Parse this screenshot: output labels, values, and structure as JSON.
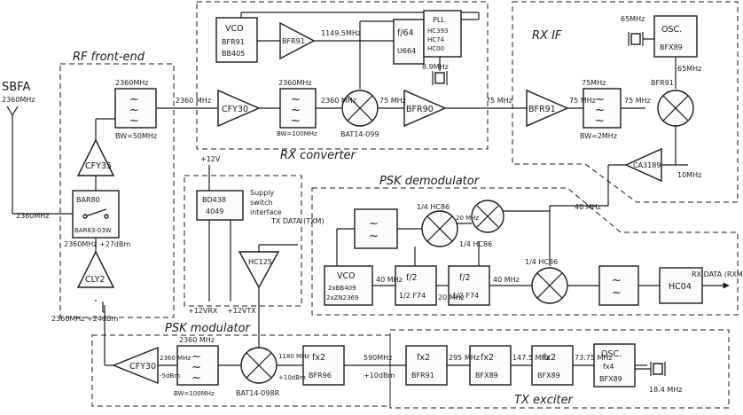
{
  "sections": {
    "rf_front_end": "RF front-end",
    "rx_converter": "RX converter",
    "rx_if": "RX IF",
    "psk_demodulator": "PSK demodulator",
    "psk_modulator": "PSK modulator",
    "tx_exciter": "TX exciter"
  },
  "antenna": {
    "label": "SBFA",
    "freq": "2360MHz"
  },
  "blocks": {
    "vco_rx": [
      "VCO",
      "BFR91",
      "BB405"
    ],
    "bfr91_rx": "BFR91",
    "div64": [
      "f/64",
      "U664"
    ],
    "pll": [
      "PLL",
      "HC393",
      "HC74",
      "HC00"
    ],
    "osc_if": [
      "OSC.",
      "BFX89"
    ],
    "amp_bfr90": "BFR90",
    "amp_cfy30_rx": "CFY30",
    "amp_cfy35": "CFY35",
    "amp_bfr91_if": "BFR91",
    "amp_ca3189": "CA3189",
    "amp_cly2": "CLY2",
    "switch": [
      "BAR80",
      "BAR63-03W"
    ],
    "supply_switch": [
      "BD438",
      "4049"
    ],
    "supply_switch_note": [
      "Supply",
      "switch",
      "interface"
    ],
    "hc125": "HC125",
    "vco_psk": [
      "VCO",
      "2xBB409",
      "2xZN2369"
    ],
    "div2_a": [
      "f/2",
      "1/2 F74"
    ],
    "div2_b": [
      "f/2",
      "1/2 F74"
    ],
    "hc04": "HC04",
    "fx2_mod": [
      "fx2",
      "BFR96"
    ],
    "amp_cfy30_tx": "CFY30",
    "tx_x2_1": [
      "fx2",
      "BFR91"
    ],
    "tx_x2_2": [
      "fx2",
      "BFX89"
    ],
    "tx_x2_3": [
      "fx2",
      "BFX89"
    ],
    "osc_tx": [
      "OSC.",
      "fx4",
      "BFX89"
    ]
  },
  "labels": {
    "lbl_2360_bpf1": "2360MHz",
    "lbl_bw50": "BW=50MHz",
    "lbl_2360_mhz_a": "2360 MHz",
    "lbl_2360_bpf2": "2360MHz",
    "lbl_bw100_rx": "BW=100MHz",
    "lbl_2360_mix_in": "2360 MHz",
    "lbl_75_mix_out": "75 MHz",
    "lbl_1149": "1149.5MHz",
    "lbl_89": "8.9MHz",
    "lbl_bat_rx": "BAT14-099",
    "lbl_75_link": "75 MHz",
    "lbl_75_if_a": "75 MHz",
    "lbl_75_if_bpf": "75MHz",
    "lbl_bw2": "BW=2MHz",
    "lbl_75_if_mix": "75 MHz",
    "lbl_65_osc": "65MHz",
    "lbl_65_mix": "65MHz",
    "lbl_bfr91_if2": "BFR91",
    "lbl_10_out": "10MHz",
    "lbl_12v": "+12V",
    "lbl_tx_data_in": "TX DATA (TXM)",
    "lbl_12vrx": "+12VRX",
    "lbl_12vtx": "+12VTX",
    "lbl_2360_sw": "2360MHz",
    "lbl_2360_tx": "2360MHz +27dBm",
    "lbl_2360_cly": "2360MHz +24dBm",
    "lbl_hc86_a": "1/4 HC86",
    "lbl_hc86_b": "1/4 HC86",
    "lbl_hc86_c": "1/4 HC86",
    "lbl_20_a": "20 MHz",
    "lbl_40_in": "40 MHz",
    "lbl_40_vco": "40 MHz",
    "lbl_20_b": "20 MHz",
    "lbl_40_c": "40 MHz",
    "lbl_rx_data": "RX DATA (RXM)",
    "lbl_2360_mod": "2360 MHz",
    "lbl_bw100_tx": "BW=100MHz",
    "lbl_2360_cfy_in": "2360 MHz",
    "lbl_cfy_in_dbm": "-5dBm",
    "lbl_1180": "1180 MHz",
    "lbl_1180_dbm": "+10dBm",
    "lbl_bat_tx": "BAT14-098R",
    "lbl_590": "590MHz",
    "lbl_590_dbm": "+10dBm",
    "lbl_295": "295 MHz",
    "lbl_1475": "147.5 MHz",
    "lbl_7375": "73.75 MHz",
    "lbl_1844": "18.4 MHz"
  }
}
